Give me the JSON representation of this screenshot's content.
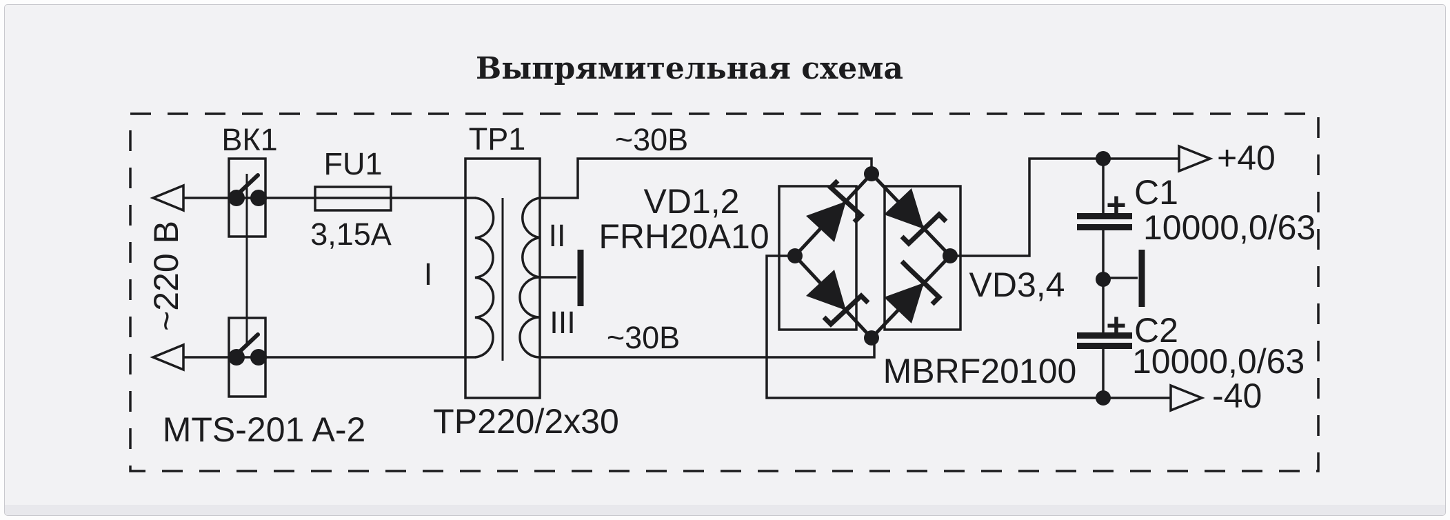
{
  "title": "Выпрямительная схема",
  "colors": {
    "ink": "#1c1c1e",
    "background": "#f2f2f4",
    "frame_border": "#c9c9ce",
    "bottom_strip": "#e8e8ec"
  },
  "input": {
    "voltage_label": "~220 В",
    "switch_ref": "ВК1",
    "switch_model": "MTS-201 A-2",
    "fuse_ref": "FU1",
    "fuse_rating": "3,15А"
  },
  "transformer": {
    "ref": "ТР1",
    "model": "ТР220/2x30",
    "primary_label": "I",
    "secondary_upper_label": "II",
    "secondary_lower_label": "III",
    "upper_voltage": "~30В",
    "lower_voltage": "~30В"
  },
  "rectifier": {
    "left_ref": "VD1,2",
    "left_model": "FRH20A10",
    "right_ref": "VD3,4",
    "right_model": "MBRF20100"
  },
  "capacitors": {
    "c1_ref": "C1",
    "c1_value": "10000,0/63",
    "c1_polarity": "+",
    "c2_ref": "C2",
    "c2_value": "10000,0/63",
    "c2_polarity": "+"
  },
  "outputs": {
    "positive": "+40",
    "negative": "-40"
  }
}
